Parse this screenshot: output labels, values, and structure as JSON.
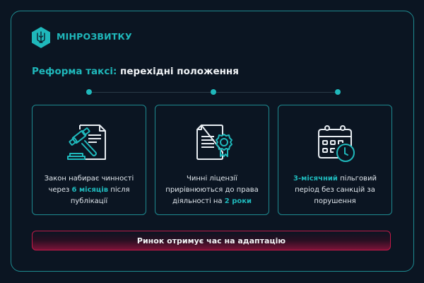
{
  "brand": {
    "name": "МІНРОЗВИТКУ",
    "logo_icon": "trident-hexagon-icon",
    "accent_color": "#1fb8bb"
  },
  "headline": {
    "accent": "Реформа таксі:",
    "rest": " перехідні положення"
  },
  "timeline": {
    "points": 3
  },
  "cards": [
    {
      "icon": "gavel-document-icon",
      "text_before": "Закон набирає чинності через ",
      "highlight": "6 місяців",
      "text_after": " після публікації"
    },
    {
      "icon": "certificate-document-icon",
      "text_before": "Чинні ліцензії прирівнюються до права діяльності на ",
      "highlight": "2 роки",
      "text_after": ""
    },
    {
      "icon": "calendar-clock-icon",
      "text_before": "",
      "highlight": "3-місячний",
      "text_after": " пільговий період без санкцій за порушення"
    }
  ],
  "banner": {
    "label": "Ринок отримує час на адаптацію",
    "color": "#c01a48"
  }
}
